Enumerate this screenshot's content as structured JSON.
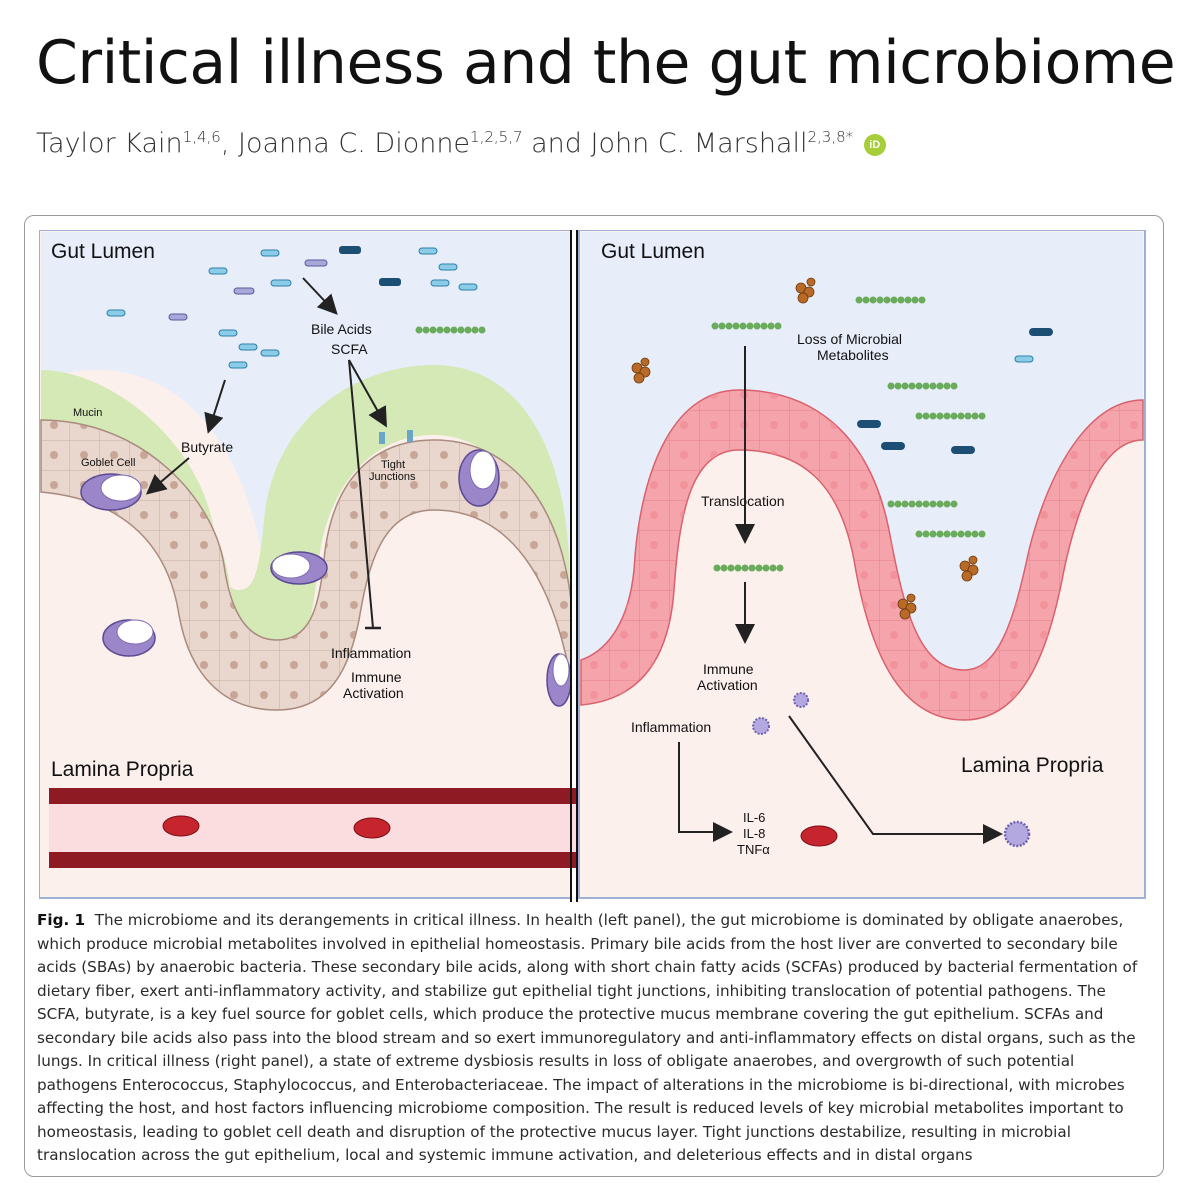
{
  "article": {
    "title": "Critical illness and the gut microbiome",
    "authors": [
      {
        "name": "Taylor Kain",
        "affil": "1,4,6",
        "sep": ", "
      },
      {
        "name": "Joanna C. Dionne",
        "affil": "1,2,5,7",
        "sep": " and "
      },
      {
        "name": "John C. Marshall",
        "affil": "2,3,8*",
        "sep": ""
      }
    ],
    "orcid_label": "iD"
  },
  "figure": {
    "left_panel": {
      "lumen_label": "Gut Lumen",
      "bile_acids": "Bile Acids",
      "scfa": "SCFA",
      "mucin": "Mucin",
      "goblet_cell": "Goblet Cell",
      "butyrate": "Butyrate",
      "tight": "Tight",
      "junctions": "Junctions",
      "inflammation": "Inflammation",
      "immune": "Immune",
      "activation": "Activation",
      "lamina_propria": "Lamina Propria"
    },
    "right_panel": {
      "lumen_label": "Gut Lumen",
      "loss_line1": "Loss of Microbial",
      "loss_line2": "Metabolites",
      "translocation": "Translocation",
      "immune": "Immune",
      "activation": "Activation",
      "inflammation": "Inflammation",
      "lamina_propria": "Lamina Propria",
      "il6": "IL-6",
      "il8": "IL-8",
      "tnfa": "TNFα"
    },
    "colors": {
      "lumen": "#e7eef9",
      "tissue": "#fcf0ec",
      "mucus": "#d5e9b6",
      "healthy_cell": "#e9d6cc",
      "dysbiosis_cell": "#f5a4ab",
      "goblet": "#9a86c8",
      "vessel_wall": "#8e1b24",
      "blood": "#fbdde0",
      "bacteria_blue": "#6bb8dc",
      "cocci_green": "#6aab5c",
      "staph": "#b86a26"
    },
    "caption": {
      "label": "Fig. 1",
      "text": "The microbiome and its derangements in critical illness. In health (left panel), the gut microbiome is dominated by obligate anaerobes, which produce microbial metabolites involved in epithelial homeostasis. Primary bile acids from the host liver are converted to secondary bile acids (SBAs) by anaerobic bacteria. These secondary bile acids, along with short chain fatty acids (SCFAs) produced by bacterial fermentation of dietary fiber, exert anti-inflammatory activity, and stabilize gut epithelial tight junctions, inhibiting translocation of potential pathogens. The SCFA, butyrate, is a key fuel source for goblet cells, which produce the protective mucus membrane covering the gut epithelium. SCFAs and secondary bile acids also pass into the blood stream and so exert immunoregulatory and anti-inflammatory effects on distal organs, such as the lungs. In critical illness (right panel), a state of extreme dysbiosis results in loss of obligate anaerobes, and overgrowth of such potential pathogens Enterococcus, Staphylococcus, and Enterobacteriaceae. The impact of alterations in the microbiome is bi-directional, with microbes affecting the host, and host factors influencing microbiome composition. The result is reduced levels of key microbial metabolites important to homeostasis, leading to goblet cell death and disruption of the protective mucus layer. Tight junctions destabilize, resulting in microbial translocation across the gut epithelium, local and systemic immune activation, and deleterious effects and in distal organs"
    }
  }
}
